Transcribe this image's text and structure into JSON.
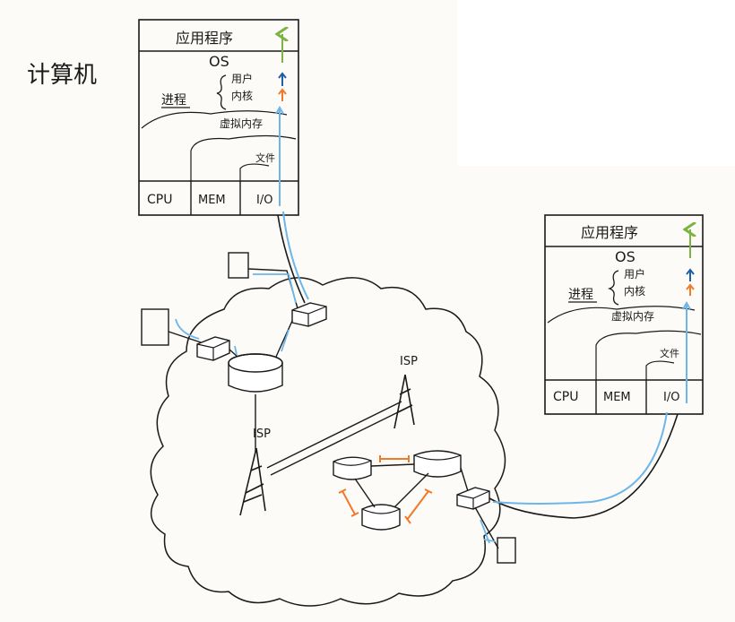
{
  "page_title": "计算机",
  "computers": [
    {
      "app_label": "应用程序",
      "os_label": "OS",
      "process_label": "进程",
      "user_label": "用户",
      "kernel_label": "内核",
      "vmem_label": "虚拟内存",
      "file_label": "文件",
      "hw": {
        "cpu": "CPU",
        "mem": "MEM",
        "io": "I/O"
      }
    },
    {
      "app_label": "应用程序",
      "os_label": "OS",
      "process_label": "进程",
      "user_label": "用户",
      "kernel_label": "内核",
      "vmem_label": "虚拟内存",
      "file_label": "文件",
      "hw": {
        "cpu": "CPU",
        "mem": "MEM",
        "io": "I/O"
      }
    }
  ],
  "network": {
    "isp_left_label": "ISP",
    "isp_right_label": "ISP"
  },
  "colors": {
    "ink": "#1a1a1a",
    "blue_trace": "#6cb6ea",
    "green_arrow": "#7cb342",
    "dark_blue_arrow": "#1f5fa8",
    "orange": "#f07a2a"
  }
}
